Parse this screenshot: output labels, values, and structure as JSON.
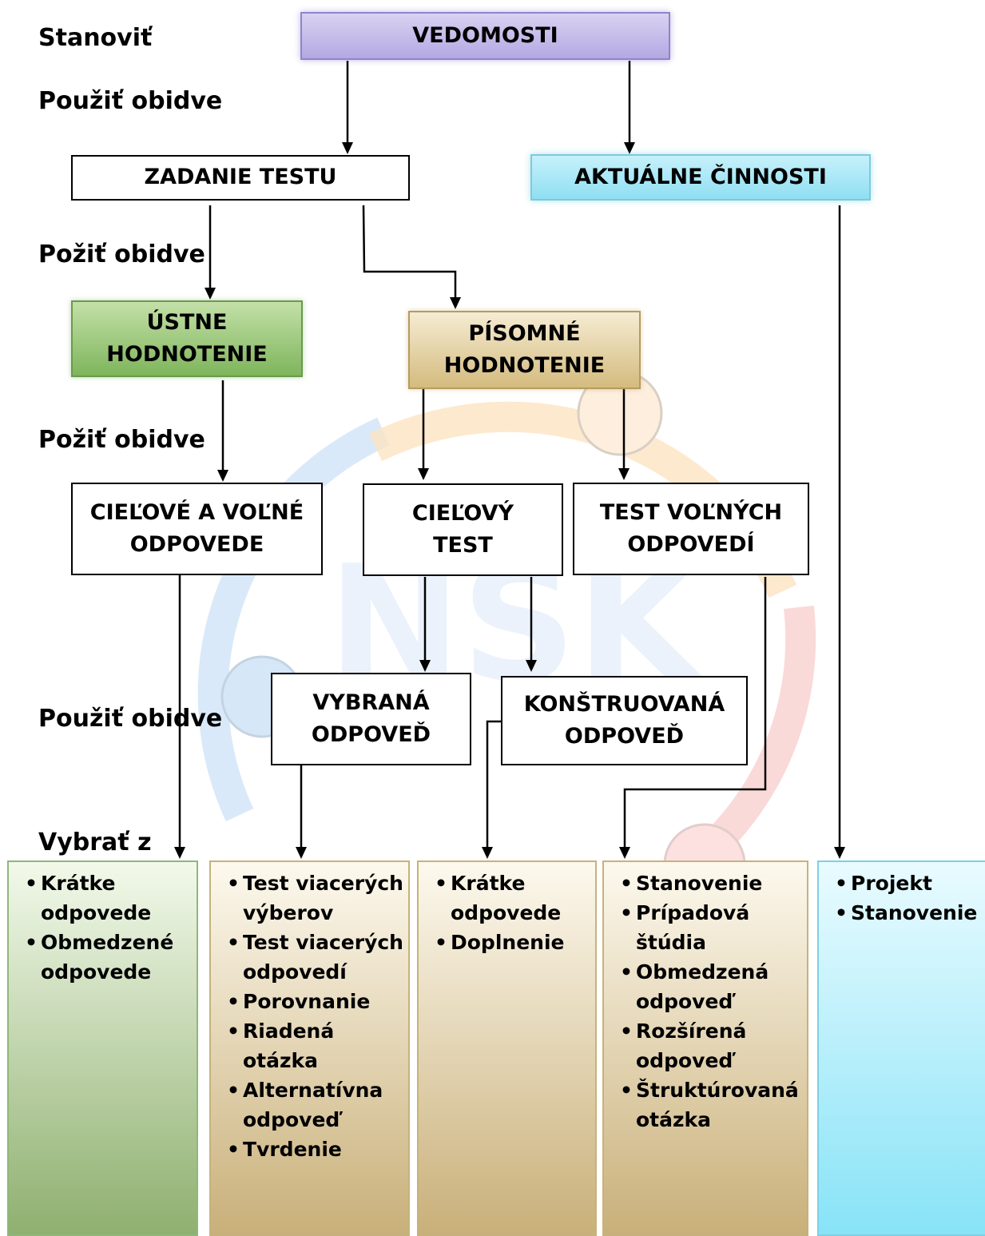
{
  "side_labels": {
    "stanovit": "Stanoviť",
    "pouzit_obidve_1": "Použiť obidve",
    "pozit_obidve_1": "Požiť obidve",
    "pozit_obidve_2": "Požiť obidve",
    "pouzit_obidve_2": "Použiť obidve",
    "vybrat_z": "Vybrať z"
  },
  "boxes": {
    "vedomosti": "VEDOMOSTI",
    "zadanie_testu": "ZADANIE TESTU",
    "aktualne_cinnosti": "AKTUÁLNE ČINNOSTI",
    "ustne_hodnotenie": [
      "ÚSTNE",
      "HODNOTENIE"
    ],
    "pisomne_hodnotenie": [
      "PÍSOMNÉ",
      "HODNOTENIE"
    ],
    "cielove_a_volne": [
      "CIEĽOVÉ A VOĽNÉ",
      "ODPOVEDE"
    ],
    "cielovy_test": [
      "CIEĽOVÝ",
      "TEST"
    ],
    "test_volnych": [
      "TEST VOĽNÝCH",
      "ODPOVEDÍ"
    ],
    "vybrana_odpoved": [
      "VYBRANÁ",
      "ODPOVEĎ"
    ],
    "konstruovana_odpoved": [
      "KONŠTRUOVANÁ",
      "ODPOVEĎ"
    ]
  },
  "columns": {
    "green": [
      "Krátke odpovede",
      "Obmedzené odpovede"
    ],
    "tan1": [
      "Test viacerých výberov",
      "Test viacerých odpovedí",
      "Porovnanie",
      "Riadená otázka",
      "Alternatívna odpoveď",
      "Tvrdenie"
    ],
    "tan2": [
      "Krátke odpovede",
      "Doplnenie"
    ],
    "tan3": [
      "Stanovenie",
      "Prípadová štúdia",
      "Obmedzená odpoveď",
      "Rozšírená odpoveď",
      "Štruktúrovaná otázka"
    ],
    "blue": [
      "Projekt",
      "Stanovenie"
    ]
  },
  "watermark_text": "NSK",
  "colors": {
    "vedomosti": "#b4a8e2",
    "aktualne": "#8fdff2",
    "ustne": "#7fb55c",
    "pisomne": "#d4bb7e",
    "watermark_blue": "#bcd9f5",
    "watermark_orange": "#fbd6a6",
    "watermark_red": "#f7b9b9"
  }
}
